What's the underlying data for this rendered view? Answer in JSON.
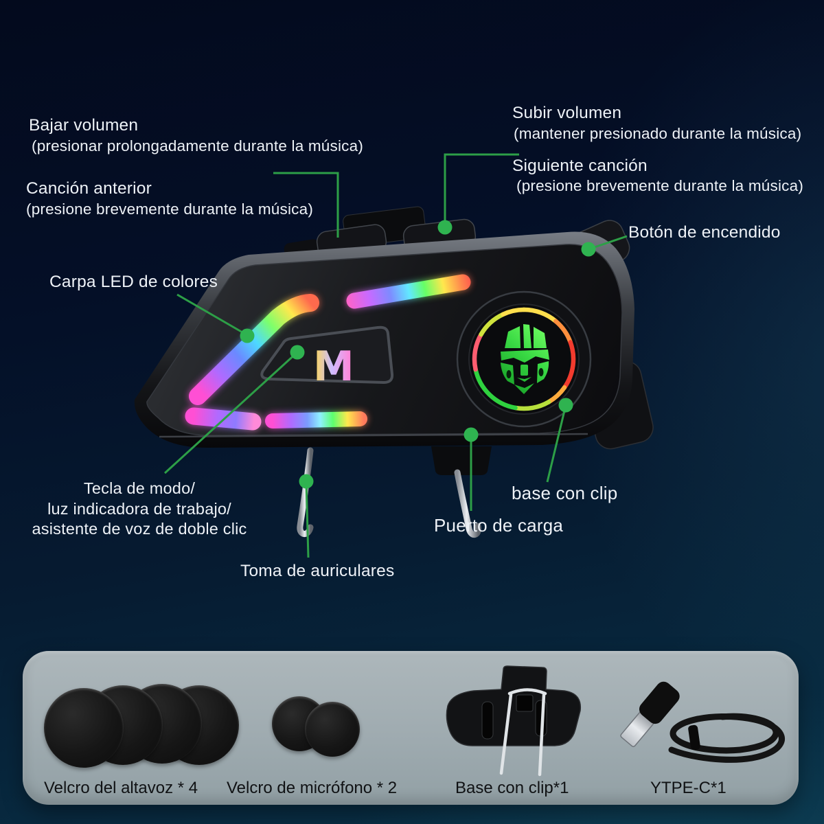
{
  "labels": {
    "bajar_volumen": {
      "title": "Bajar volumen",
      "subtitle": "(presionar prolongadamente durante la música)"
    },
    "cancion_anterior": {
      "title": "Canción anterior",
      "subtitle": "(presione brevemente durante la música)"
    },
    "subir_volumen": {
      "title": "Subir volumen",
      "subtitle": "(mantener presionado durante la música)"
    },
    "siguiente_cancion": {
      "title": "Siguiente canción",
      "subtitle": "(presione brevemente durante la música)"
    },
    "boton_encendido": "Botón de encendido",
    "carpa_led": "Carpa LED de colores",
    "tecla_modo": {
      "line1": "Tecla de modo/",
      "line2": "luz indicadora de trabajo/",
      "line3": "asistente de voz de doble clic"
    },
    "toma_auriculares": "Toma de auriculares",
    "puerto_carga": "Puerto de carga",
    "base_con_clip": "base con clip"
  },
  "device": {
    "mode_button_label": "M"
  },
  "accessories": {
    "items": [
      {
        "label": "Velcro del altavoz * 4"
      },
      {
        "label": "Velcro de micrófono * 2"
      },
      {
        "label": "Base con clip*1"
      },
      {
        "label": "YTPE-C*1"
      }
    ]
  },
  "colors": {
    "leader_green": "#2d9f47",
    "dot_green": "#2fb350",
    "background_navy": "#04102a",
    "panel_gray": "#9fabb0",
    "logo_green": "#39d944"
  }
}
